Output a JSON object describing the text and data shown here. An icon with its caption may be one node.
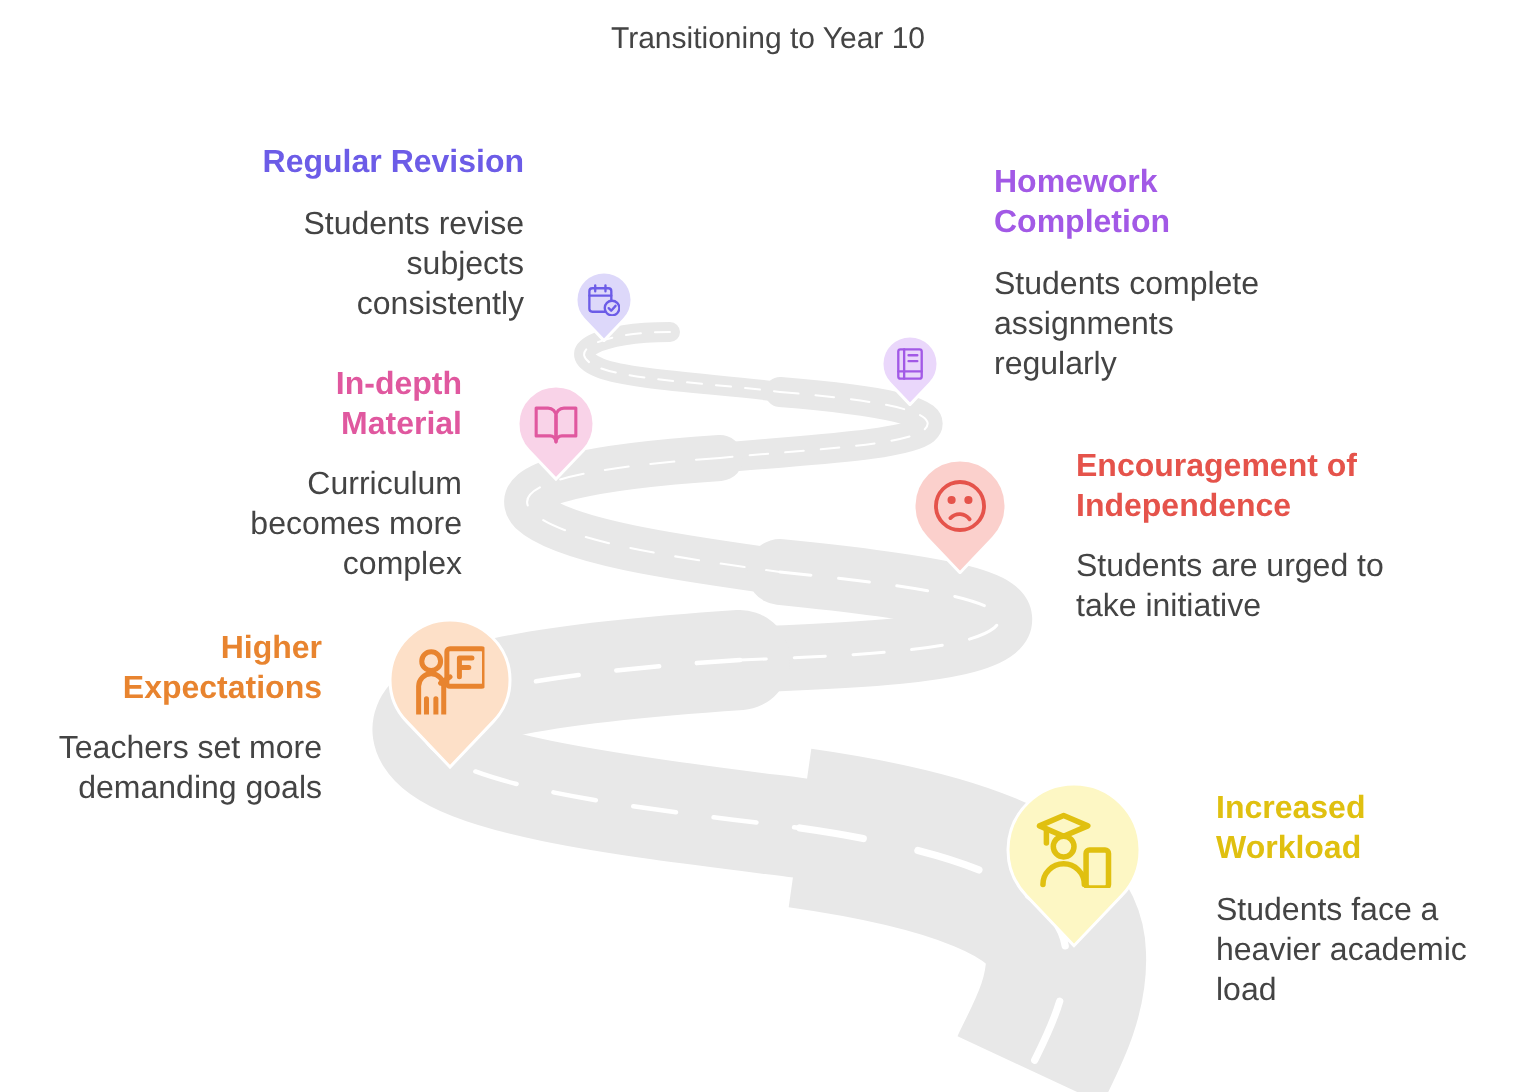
{
  "diagram": {
    "title": "Transitioning to Year 10",
    "nodes": [
      {
        "text": [],
        "shape": "pin",
        "beside": [
          "Regular Revision",
          "Students revise subjects consistently"
        ]
      },
      {
        "text": [],
        "shape": "pin",
        "beside": [
          "Homework Completion",
          "Students complete assignments regularly"
        ]
      },
      {
        "text": [],
        "shape": "pin",
        "beside": [
          "In-depth Material",
          "Curriculum becomes more complex"
        ]
      },
      {
        "text": [],
        "shape": "pin",
        "beside": [
          "Encouragement of Independence",
          "Students are urged to take initiative"
        ]
      },
      {
        "text": [],
        "shape": "pin",
        "beside": [
          "Higher Expectations",
          "Teachers set more demanding goals"
        ]
      },
      {
        "text": [],
        "shape": "pin",
        "beside": [
          "Increased Workload",
          "Students face a heavier academic load"
        ]
      }
    ]
  }
}
